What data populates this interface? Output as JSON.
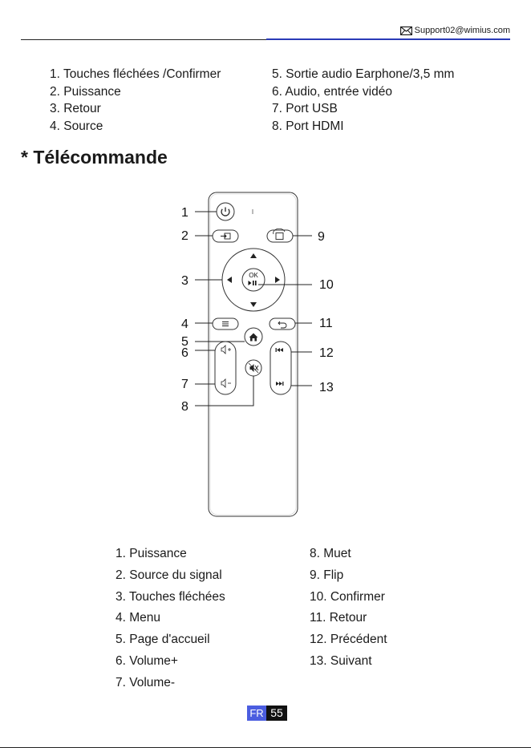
{
  "header": {
    "email": "Support02@wimius.com"
  },
  "projector_parts": {
    "left": [
      "1. Touches fléchées /Confirmer",
      "2. Puissance",
      "3. Retour",
      "4. Source"
    ],
    "right": [
      "5. Sortie audio Earphone/3,5 mm",
      "6. Audio, entrée vidéo",
      "7. Port USB",
      "8. Port HDMI"
    ]
  },
  "remote_section": {
    "title": "* Télécommande",
    "callouts": [
      "1",
      "2",
      "3",
      "4",
      "5",
      "6",
      "7",
      "8",
      "9",
      "10",
      "11",
      "12",
      "13"
    ],
    "ok_label": "OK"
  },
  "remote_legend": {
    "left": [
      "1. Puissance",
      "2. Source du signal",
      "3. Touches fléchées",
      "4. Menu",
      "5. Page d'accueil",
      "6. Volume+",
      "7. Volume-"
    ],
    "right": [
      "8. Muet",
      "9. Flip",
      "10. Confirmer",
      "11. Retour",
      "12. Précédent",
      "13. Suivant"
    ]
  },
  "footer": {
    "lang": "FR",
    "page": "55"
  }
}
